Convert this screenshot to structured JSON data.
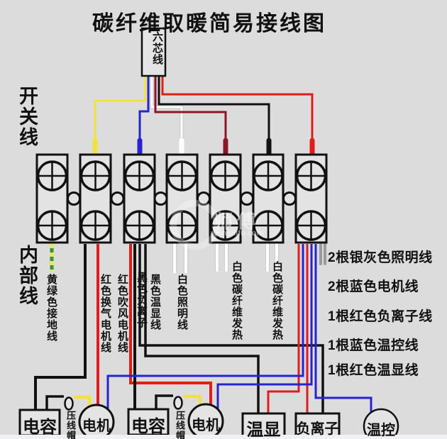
{
  "title": "碳纤维取暖简易接线图",
  "six_core_label": "六芯线",
  "side_labels": {
    "switch_wire": "开关线",
    "internal_wire": "内部线"
  },
  "wire_labels": {
    "ground": "黄绿色接地线",
    "vent_motor": "红色换气电机线",
    "blow_motor": "红色吹风电机线",
    "negative_ion": "黑色负离子",
    "temp_display": "黑色温显线",
    "lighting": "白色照明线",
    "carbon_fiber_1": "白色碳纤维发热",
    "carbon_fiber_2": "白色碳纤维发热"
  },
  "right_list": [
    "2根银灰色照明线",
    "2根蓝色电机线",
    "1根红色负离子线",
    "1根蓝色温控线",
    "1根红色温显线"
  ],
  "components": {
    "capacitor": "电容",
    "crimp_cap": "压线帽",
    "motor": "电机",
    "temp_display": "温显",
    "negative_ion": "负离子",
    "temp_control": "温控"
  },
  "watermark": {
    "text": "师傅",
    "url": "wanshifu.com"
  },
  "colors": {
    "background": "#dcdcdc",
    "line": "#111111",
    "yellow": "#f2e33c",
    "blue": "#2525d0",
    "white": "#ffffff",
    "dark_red": "#8c1626",
    "red": "#e21b1b",
    "green": "#3e8e3e",
    "yellow_green": "#e6e94a",
    "gray": "#9a9a9a"
  }
}
